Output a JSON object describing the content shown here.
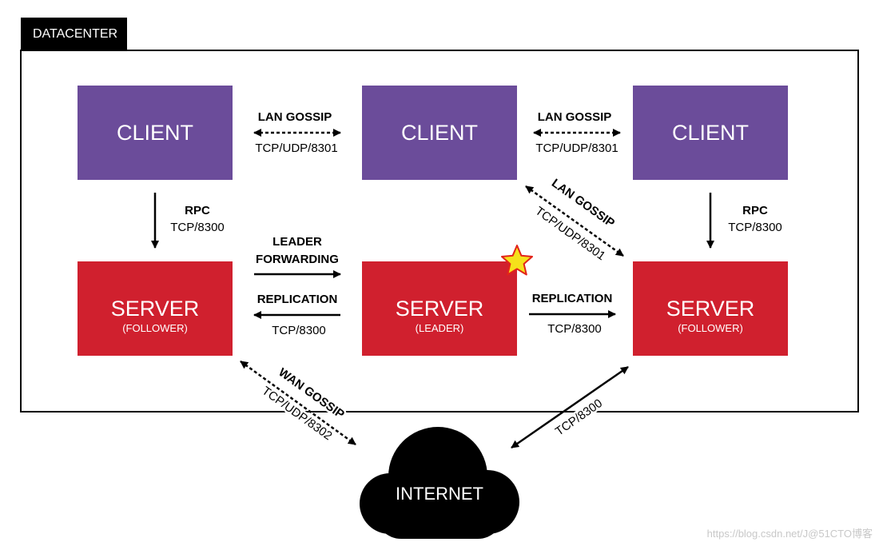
{
  "datacenter": {
    "label": "DATACENTER"
  },
  "clients": [
    {
      "label": "CLIENT"
    },
    {
      "label": "CLIENT"
    },
    {
      "label": "CLIENT"
    }
  ],
  "servers": [
    {
      "label": "SERVER",
      "role": "(FOLLOWER)"
    },
    {
      "label": "SERVER",
      "role": "(LEADER)"
    },
    {
      "label": "SERVER",
      "role": "(FOLLOWER)"
    }
  ],
  "connections": {
    "lan_gossip_left": {
      "name": "LAN GOSSIP",
      "port": "TCP/UDP/8301"
    },
    "lan_gossip_right": {
      "name": "LAN GOSSIP",
      "port": "TCP/UDP/8301"
    },
    "lan_gossip_diag": {
      "name": "LAN GOSSIP",
      "port": "TCP/UDP/8301"
    },
    "rpc_left": {
      "name": "RPC",
      "port": "TCP/8300"
    },
    "rpc_right": {
      "name": "RPC",
      "port": "TCP/8300"
    },
    "leader_forwarding": {
      "line1": "LEADER",
      "line2": "FORWARDING"
    },
    "replication_left": {
      "name": "REPLICATION",
      "port": "TCP/8300"
    },
    "replication_right": {
      "name": "REPLICATION",
      "port": "TCP/8300"
    },
    "wan_gossip": {
      "name": "WAN GOSSIP",
      "port": "TCP/UDP/8302"
    },
    "internet_link": {
      "port": "TCP/8300"
    }
  },
  "internet": {
    "label": "INTERNET"
  },
  "watermark": {
    "text": "https://blog.csdn.net/J@51CTO博客"
  },
  "colors": {
    "client": "#6b4c9a",
    "server": "#d0202e",
    "leader_star": "#f5e11b",
    "text_on_box": "#ffffff",
    "ink": "#000000"
  }
}
